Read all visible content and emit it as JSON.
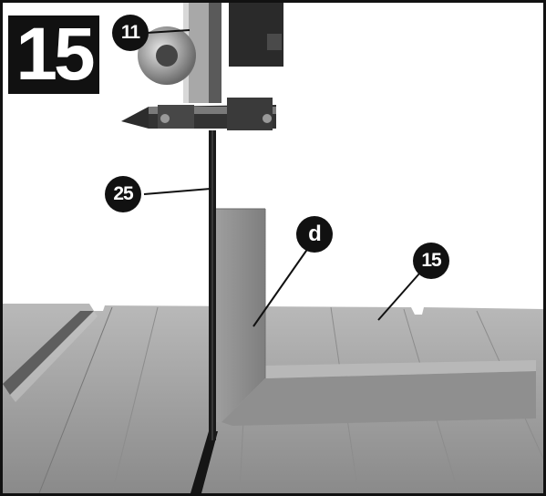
{
  "figure": {
    "number": "15"
  },
  "callouts": [
    {
      "label": "11",
      "meaning": ""
    },
    {
      "label": "25",
      "meaning": ""
    },
    {
      "label": "d",
      "meaning": ""
    },
    {
      "label": "15",
      "meaning": ""
    }
  ],
  "colors": {
    "ink": "#111111",
    "table_surface": "#9a9a9a",
    "square_steel": "#888888",
    "blade": "#1a1a1a",
    "background": "#ffffff"
  }
}
